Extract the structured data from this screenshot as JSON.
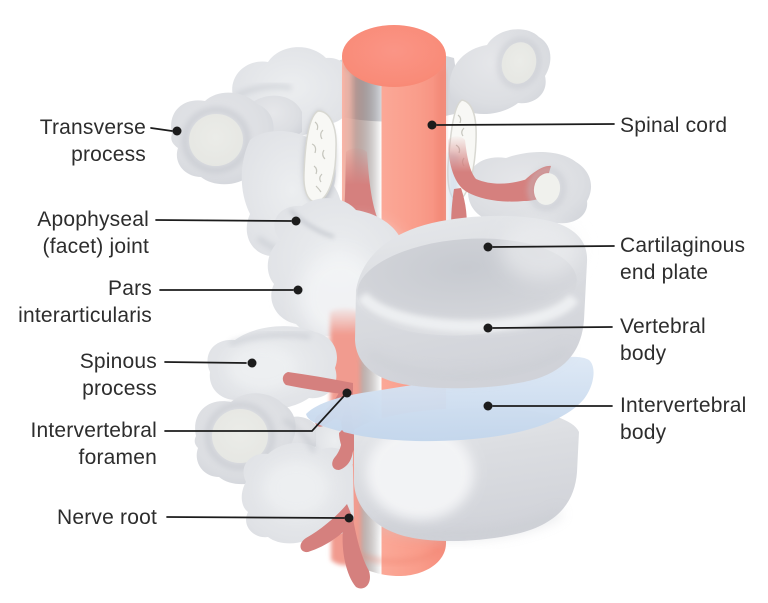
{
  "figure": {
    "type": "anatomical-diagram",
    "subject": "Vertebral column segment with spinal cord, posterolateral view",
    "background": "#ffffff",
    "colors": {
      "spinal_cord": "#fba697",
      "spinal_cord_top": "#f98b78",
      "nerve": "#d5807e",
      "nerve_light": "#f19b8f",
      "bone": "#dcdee2",
      "bone_highlight": "#f2f3f5",
      "bone_shadow": "#c3c6cc",
      "cut_surface": "#f8f8f5",
      "disc": "#cfdeee",
      "label_text": "#2d2d2d",
      "leader_line": "#1c1c1c"
    },
    "labels_left": [
      {
        "id": "transverse-process",
        "text": "Transverse process",
        "lines": [
          "Transverse",
          "process"
        ]
      },
      {
        "id": "apophyseal-facet-joint",
        "text": "Apophyseal (facet) joint",
        "lines": [
          "Apophyseal",
          "(facet) joint"
        ]
      },
      {
        "id": "pars-interarticularis",
        "text": "Pars interarticularis",
        "lines": [
          "Pars",
          "interarticularis"
        ]
      },
      {
        "id": "spinous-process",
        "text": "Spinous process",
        "lines": [
          "Spinous",
          "process"
        ]
      },
      {
        "id": "intervertebral-foramen",
        "text": "Intervertebral foramen",
        "lines": [
          "Intervertebral",
          "foramen"
        ]
      },
      {
        "id": "nerve-root",
        "text": "Nerve root",
        "lines": [
          "Nerve root"
        ]
      }
    ],
    "labels_right": [
      {
        "id": "spinal-cord",
        "text": "Spinal cord",
        "lines": [
          "Spinal cord"
        ]
      },
      {
        "id": "cartilaginous-end-plate",
        "text": "Cartilaginous end plate",
        "lines": [
          "Cartilaginous",
          "end plate"
        ]
      },
      {
        "id": "vertebral-body",
        "text": "Vertebral body",
        "lines": [
          "Vertebral",
          "body"
        ]
      },
      {
        "id": "intervertebral-body",
        "text": "Intervertebral body",
        "lines": [
          "Intervertebral",
          "body"
        ]
      }
    ]
  }
}
